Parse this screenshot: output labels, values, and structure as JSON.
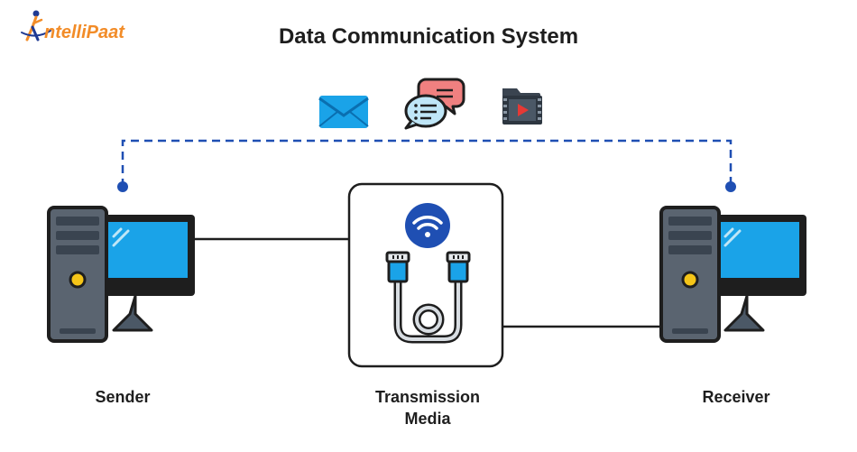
{
  "brand": {
    "logo_text": "ntelliPaat",
    "colors": {
      "orange": "#f28c28",
      "navy": "#1f3a93",
      "accent_blue": "#1f4fb3"
    }
  },
  "title": "Data Communication System",
  "message_icons": [
    {
      "icon": "envelope-icon"
    },
    {
      "icon": "chat-bubbles-icon"
    },
    {
      "icon": "video-folder-icon"
    }
  ],
  "nodes": {
    "sender": {
      "label": "Sender",
      "icon": "desktop-computer-icon"
    },
    "media": {
      "label_line1": "Transmission",
      "label_line2": "Media",
      "icons": [
        "wifi-icon",
        "ethernet-cable-icon"
      ]
    },
    "receiver": {
      "label": "Receiver",
      "icon": "desktop-computer-icon"
    }
  },
  "colors": {
    "monitor_blue": "#1aa3e8",
    "tower_gray": "#5a6470",
    "dark": "#1e1e1e",
    "cable": "#d8dde2",
    "connector": "#1aa3e8",
    "wifi_bg": "#1f4fb3",
    "dashed_line": "#1f4fb3"
  }
}
